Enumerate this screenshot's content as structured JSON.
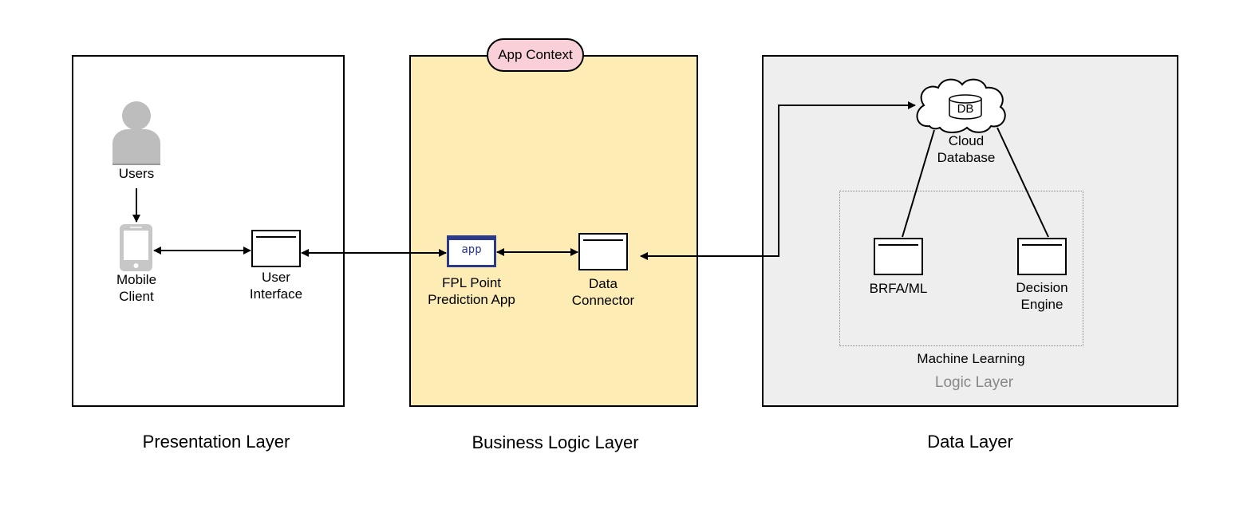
{
  "layers": {
    "presentation": {
      "caption": "Presentation Layer"
    },
    "business": {
      "caption": "Business Logic Layer",
      "tag": "App Context",
      "fill": "#fdecb4",
      "tag_fill": "#f9d0d8"
    },
    "data": {
      "caption": "Data Layer",
      "inner_caption": "Logic Layer",
      "fill": "#eeeeee"
    }
  },
  "nodes": {
    "users": "Users",
    "mobile_client": "Mobile\nClient",
    "user_interface": "User\nInterface",
    "app_icon_text": "app",
    "fpl_app": "FPL Point\nPrediction App",
    "data_connector": "Data\nConnector",
    "db_icon_text": "DB",
    "cloud_database": "Cloud\nDatabase",
    "brfa_ml": "BRFA/ML",
    "decision_engine": "Decision\nEngine",
    "machine_learning": "Machine Learning"
  },
  "colors": {
    "app_icon": "#2b3a8c",
    "person_icon": "#bdbdbd",
    "logic_layer_text": "#888888"
  }
}
